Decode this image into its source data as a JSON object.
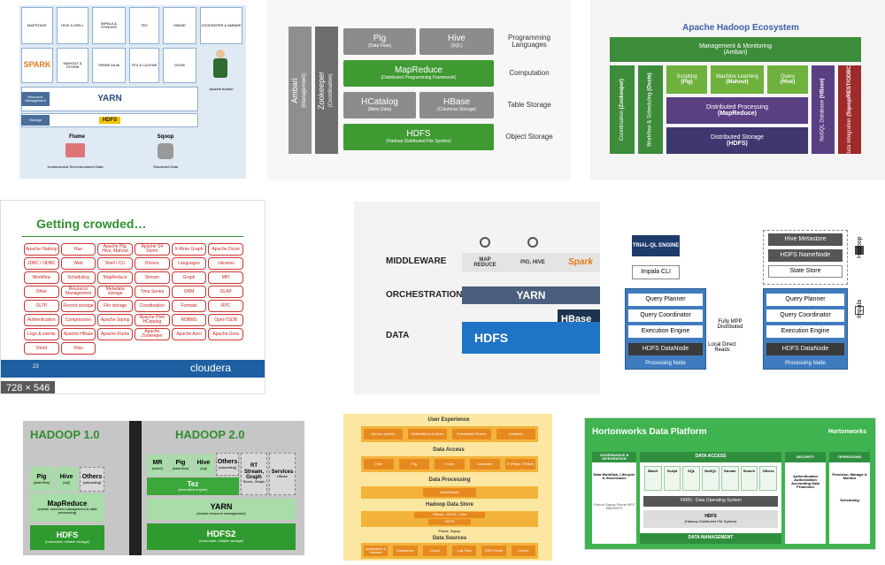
{
  "results": [
    {
      "id_label": "tile-1",
      "blocks": {
        "sources": [
          "MAPSTAGE",
          "HIVE & DRILL",
          "IMPALA & STINGER",
          "TEZ",
          "HBASE",
          "ZOOKEEPER & AMBARI"
        ],
        "row2": [
          "SPARK",
          "MAHOUT & STORM",
          "SPARK MLlib",
          "TEZ & LUCENE",
          "OOZIE"
        ],
        "yarn": "YARN",
        "resource_mgmt": "Resource Management",
        "storage": "Storage",
        "hdfs": "HDFS",
        "flume": "Flume",
        "sqoop": "Sqoop",
        "unstructured": "Unstructured/ Semi-structured Data",
        "structured": "Structured Data",
        "apache_ambari": "Apache Ambari"
      }
    },
    {
      "id_label": "tile-2",
      "ambari": "Ambari",
      "ambari_sub": "(Management)",
      "zookeeper": "Zookeeper",
      "zookeeper_sub": "(Coordination)",
      "pig": "Pig",
      "pig_sub": "(Data Flow)",
      "hive": "Hive",
      "hive_sub": "(SQL)",
      "mapreduce": "MapReduce",
      "mapreduce_sub": "(Distributed Programming Framework)",
      "hcatalog": "HCatalog",
      "hcatalog_sub": "(Meta Data)",
      "hbase": "HBase",
      "hbase_sub": "(Columnar Storage)",
      "hdfs": "HDFS",
      "hdfs_sub": "(Hadoop Distributed File System)",
      "lbl_prog": "Programming Languages",
      "lbl_comp": "Computation",
      "lbl_table": "Table Storage",
      "lbl_object": "Object Storage"
    },
    {
      "id_label": "tile-3",
      "title": "Apache Hadoop Ecosystem",
      "mgmt": "Management & Monitoring",
      "mgmt_sub": "(Ambari)",
      "coord": "Coordination",
      "coord_sub": "(Zookeeper)",
      "workflow": "Workflow & Scheduling",
      "workflow_sub": "(Oozie)",
      "scripting": "Scripting",
      "scripting_sub": "(Pig)",
      "ml": "Machine Learning",
      "ml_sub": "(Mahout)",
      "query": "Query",
      "query_sub": "(Hive)",
      "nosql": "NoSQL Database",
      "nosql_sub": "(HBase)",
      "dataint": "Data Integration",
      "dataint_sub": "(Sqoop/REST/ODBC)",
      "dproc": "Distributed Processing",
      "dproc_sub": "(MapReduce)",
      "dstor": "Distributed Storage",
      "dstor_sub": "(HDFS)"
    },
    {
      "id_label": "tile-4",
      "title": "Getting crowded…",
      "items": [
        "Apache Hadoop",
        "Hue",
        "Apache Pig, Hive, Mahout",
        "Apache S4 Storm",
        "X-Rime Graph",
        "Apache Oozie",
        "JDBC / ODBC",
        "Web",
        "Shell / CLI",
        "Drivers",
        "Languages",
        "Libraries",
        "Workflow",
        "Scheduling",
        "MapReduce",
        "Stream",
        "Graph",
        "MPI",
        "Other",
        "Resource Management",
        "Metadata storage",
        "Time Series",
        "ORM",
        "OLAP",
        "OLTP",
        "Record storage",
        "File storage",
        "Coordination",
        "Formats",
        "RPC",
        "Authentication",
        "Compression",
        "Apache Sqoop",
        "Apache Hive HCatalog",
        "RDBMS",
        "OpenTSDB",
        "Logs & events",
        "Apache HBase",
        "Apache Flume",
        "Apache Zookeeper",
        "Apache Avro",
        "Apache Gora",
        "Omid",
        "Files"
      ],
      "page_no": "23",
      "brand": "cloudera",
      "size_badge": "728 × 546"
    },
    {
      "id_label": "tile-5",
      "middleware": "MIDDLEWARE",
      "orchestration": "ORCHESTRATION",
      "data": "DATA",
      "mapreduce": "MAP REDUCE",
      "pighive": "PIG, HIVE",
      "spark": "Spark",
      "yarn": "YARN",
      "hdfs": "HDFS",
      "hbase": "HBase"
    },
    {
      "id_label": "tile-6",
      "trial": "TRIAL-QL ENGINE",
      "impala_cli": "Impala CLI",
      "query_planner": "Query Planner",
      "query_coord": "Query Coordinator",
      "exec_engine": "Execution Engine",
      "hdfs_datanode": "HDFS DataNode",
      "processing_node": "Processing Node",
      "fully_mpp": "Fully MPP Distributed",
      "local_direct": "Local Direct Reads",
      "hive_metastore": "Hive Metastore",
      "hdfs_namenode": "HDFS NameNode",
      "state_store": "State Store",
      "legend_hadoop": "Hadoop",
      "legend_impala": "Impala"
    },
    {
      "id_label": "tile-7",
      "h1": "HADOOP 1.0",
      "h2": "HADOOP 2.0",
      "pig": "Pig",
      "pig_sub": "(data flow)",
      "hive": "Hive",
      "hive_sub": "(sql)",
      "others": "Others",
      "others_sub": "(cascading)",
      "mapreduce": "MapReduce",
      "mapreduce_sub": "(cluster resource management & data processing)",
      "hdfs": "HDFS",
      "hdfs_sub": "(redundant, reliable storage)",
      "mr": "MR",
      "mr_sub": "(batch)",
      "others2_sub": "(cascading)",
      "rt": "RT Stream, Graph",
      "rt_sub": "Storm, Giraph",
      "services": "Services",
      "services_sub": "HBase",
      "tez": "Tez",
      "tez_sub": "(execution engine)",
      "yarn": "YARN",
      "yarn_sub": "(cluster resource management)",
      "hdfs2": "HDFS2",
      "hdfs2_sub": "(redundant, reliable storage)"
    },
    {
      "id_label": "tile-8",
      "ux": "User Experience",
      "ux_items": [
        "Ad-hoc queries",
        "Notifications & Alerts",
        "Embedded Search",
        "Analytics"
      ],
      "access": "Data Access",
      "access_items": [
        "Hive",
        "Pig",
        "Excel",
        "Datameer",
        "R (Rhipe, RHive)"
      ],
      "processing": "Data Processing",
      "processing_item": "MapReduce",
      "store": "Hadoop Data Store",
      "store_items": [
        "HBase - HDFS - Hive",
        "HDFS"
      ],
      "sources": "Data Sources",
      "flume": "Flume, Sqoop",
      "source_items": [
        "Application & Internal",
        "Databases",
        "Cloud",
        "Log Files",
        "RSS Feeds",
        "Others"
      ]
    },
    {
      "id_label": "tile-9",
      "title": "Hortonworks Data Platform",
      "brand": "Hortonworks",
      "gov": "GOVERNANCE & INTEGRATION",
      "gov_items": "Data Workflow, Lifecycle & Governance",
      "gov_tools": "Falcon Sqoop Flume NFS WebHDFS",
      "access": "DATA ACCESS",
      "access_items": [
        "Batch",
        "Script",
        "SQL",
        "NoSQL",
        "Stream",
        "Search",
        "Others"
      ],
      "yarn": "YARN : Data Operating System",
      "hdfs": "HDFS",
      "hdfs_sub": "(Hadoop Distributed File System)",
      "mgmt": "DATA MANAGEMENT",
      "security": "SECURITY",
      "security_items": "Authentication Authorization Accounting Data Protection",
      "operations": "OPERATIONS",
      "ops_items": "Provision, Manage & Monitor",
      "scheduling": "Scheduling"
    }
  ]
}
